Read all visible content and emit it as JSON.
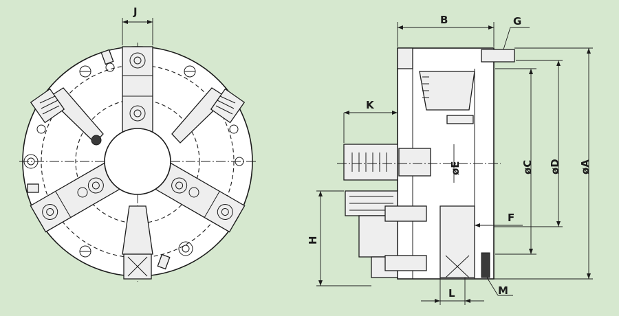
{
  "colors": {
    "background": "#d6e8cf",
    "line": "#1c1c1c",
    "body": "#ffffff",
    "part": "#eeeeee"
  },
  "front_view": {
    "dimensions": {
      "j": "J"
    }
  },
  "side_view": {
    "dimensions": {
      "b": "B",
      "g": "G",
      "k": "K",
      "h": "H",
      "e": "øE",
      "c": "øC",
      "d": "øD",
      "a": "øA",
      "f": "F",
      "l": "L",
      "m": "M"
    }
  }
}
